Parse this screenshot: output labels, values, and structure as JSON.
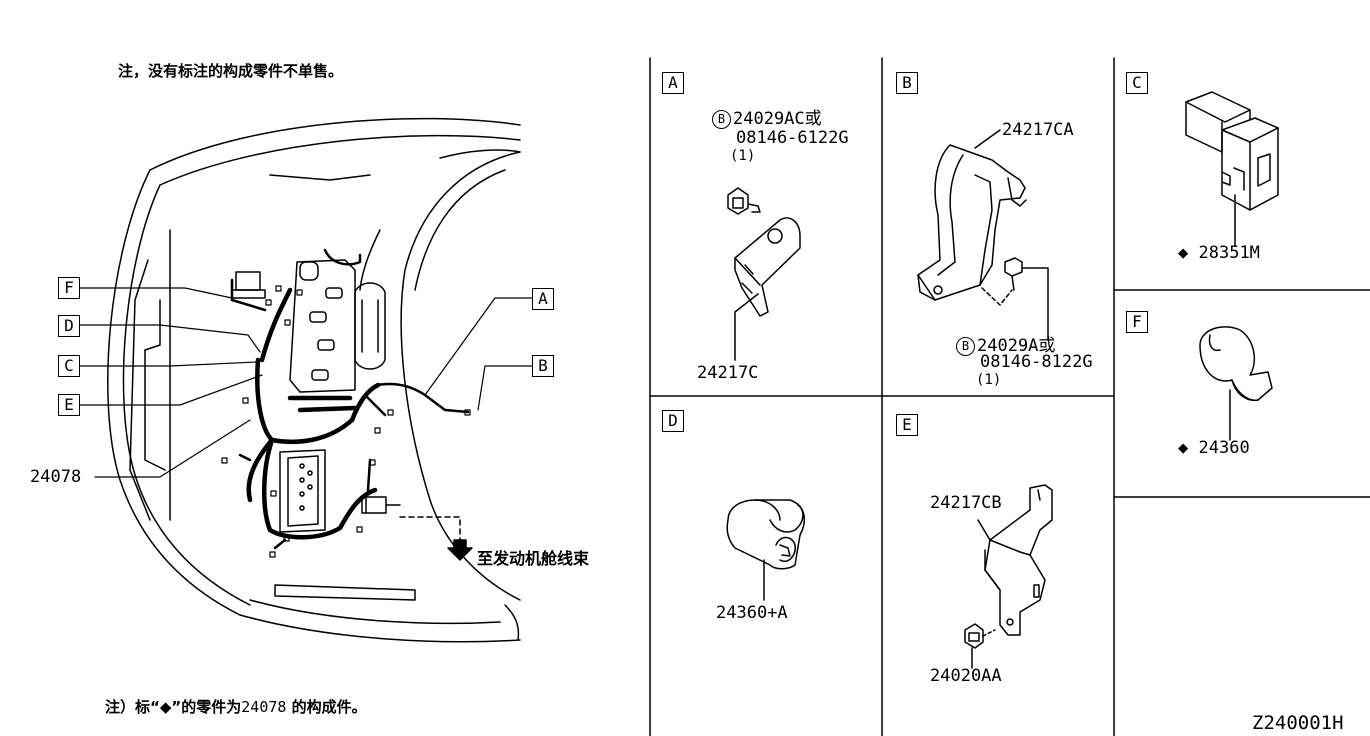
{
  "notes": {
    "top": "注，没有标注的构成零件不单售。",
    "bottom_prefix": "注）标“",
    "bottom_symbol": "◆",
    "bottom_suffix": "”的零件为",
    "bottom_part": "24078",
    "bottom_end": " 的构成件。"
  },
  "main": {
    "callouts": [
      "F",
      "D",
      "C",
      "E",
      "A",
      "B"
    ],
    "harness_part": "24078",
    "arrow_label": "至发动机舱线束"
  },
  "panels": {
    "A": {
      "letter": "A",
      "bolt_mark": "B",
      "line1": "24029AC或",
      "line2": "08146-6122G",
      "qty": "(1)",
      "bracket": "24217C"
    },
    "B": {
      "letter": "B",
      "bracket": "24217CA",
      "bolt_mark": "B",
      "line1": "24029A或",
      "line2": "08146-8122G",
      "qty": "(1)"
    },
    "C": {
      "letter": "C",
      "part": "28351M"
    },
    "D": {
      "letter": "D",
      "part": "24360+A"
    },
    "E": {
      "letter": "E",
      "bracket": "24217CB",
      "bolt": "24020AA"
    },
    "F": {
      "letter": "F",
      "part": "24360"
    }
  },
  "diamond": "◆",
  "diagram_id": "Z240001H"
}
